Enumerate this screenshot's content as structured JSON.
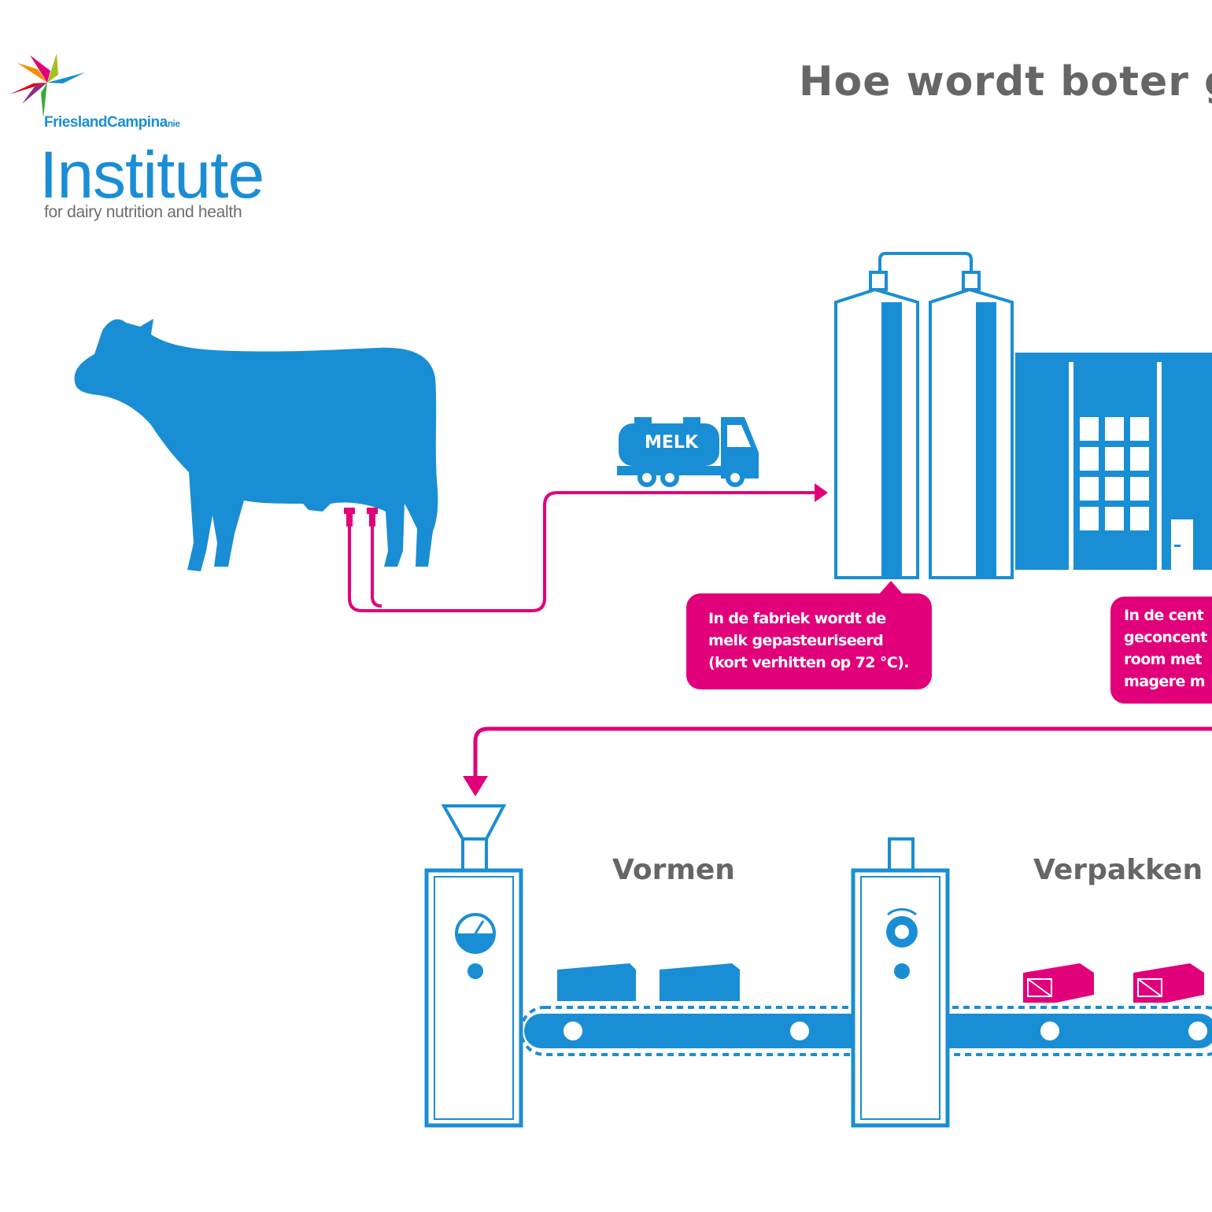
{
  "header": {
    "title": "Hoe wordt boter g"
  },
  "logo": {
    "brand": "FrieslandCampina",
    "brand_suffix": "nie",
    "name": "Institute",
    "tagline": "for dairy nutrition and health"
  },
  "truck": {
    "label": "MELK"
  },
  "callouts": [
    {
      "text": "In de fabriek wordt de\nmelk gepasteuriseerd\n(kort verhitten op 72 °C)."
    },
    {
      "text": "In de cent\ngeconcent\nroom met\nmagere m"
    }
  ],
  "steps": [
    {
      "label": "Vormen"
    },
    {
      "label": "Verpakken"
    }
  ],
  "colors": {
    "blue": "#1a8ed4",
    "magenta": "#e2007a",
    "grey_text": "#666666"
  },
  "icons": [
    "cow-icon",
    "milk-truck-icon",
    "factory-icon",
    "funnel-icon",
    "gauge-icon",
    "gear-icon",
    "butter-block-icon",
    "butter-package-icon",
    "conveyor-belt-icon"
  ]
}
